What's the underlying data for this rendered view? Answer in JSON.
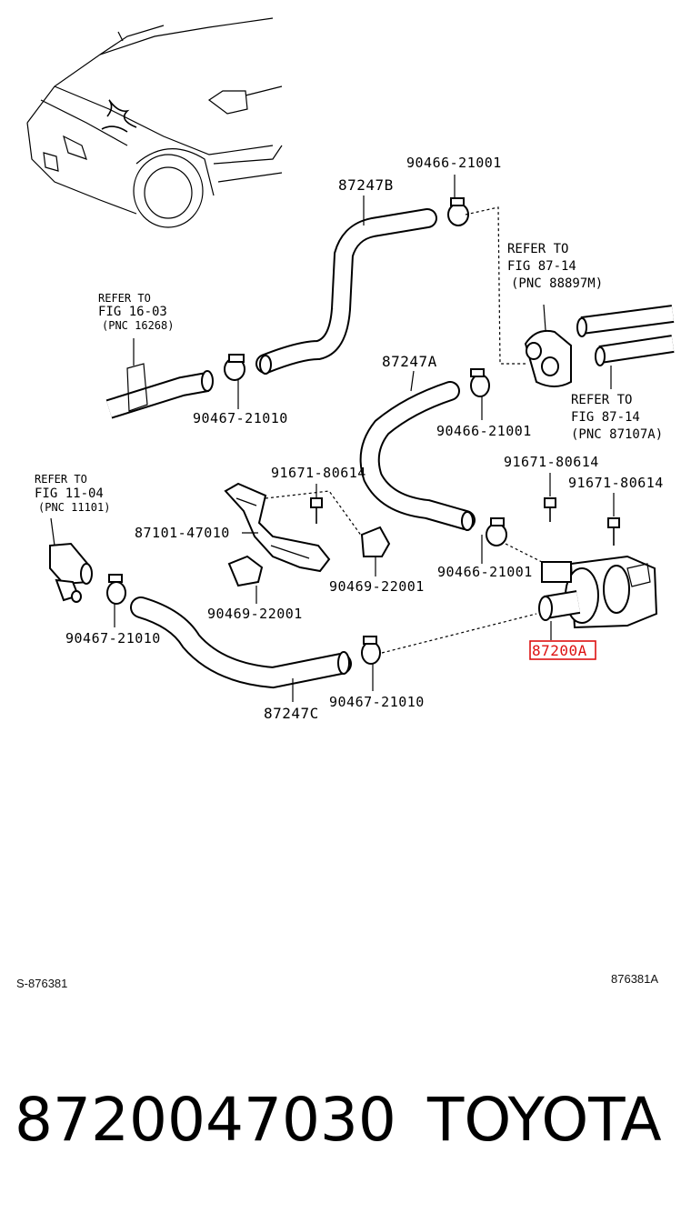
{
  "labels": {
    "hose_b": "87247B",
    "hose_a": "87247A",
    "hose_c": "87247C",
    "valve": "87200A",
    "clamp_top": "90466-21001",
    "clamp_upper_left": "90467-21010",
    "clamp_mid": "90466-21001",
    "clamp_valve": "90466-21001",
    "clamp_left": "90467-21010",
    "clamp_bottom": "90467-21010",
    "bolt_mid": "91671-80614",
    "bolt_right1": "91671-80614",
    "bolt_right2": "91671-80614",
    "bracket": "87101-47010",
    "clip_a": "90469-22001",
    "clip_b": "90469-22001"
  },
  "refs": {
    "ref1": {
      "line1": "REFER TO",
      "line2": "FIG 16-03",
      "line3": "(PNC 16268)"
    },
    "ref2": {
      "line1": "REFER TO",
      "line2": "FIG 87-14",
      "line3": "(PNC 88897M)"
    },
    "ref3": {
      "line1": "REFER TO",
      "line2": "FIG 87-14",
      "line3": "(PNC 87107A)"
    },
    "ref4": {
      "line1": "REFER TO",
      "line2": "FIG 11-04",
      "line3": "(PNC 11101)"
    }
  },
  "codes": {
    "left": "S-876381",
    "right": "876381A"
  },
  "footer": {
    "part_number": "8720047030",
    "brand": "TOYOTA"
  },
  "colors": {
    "highlight": "#dd1111",
    "ink": "#000000"
  }
}
